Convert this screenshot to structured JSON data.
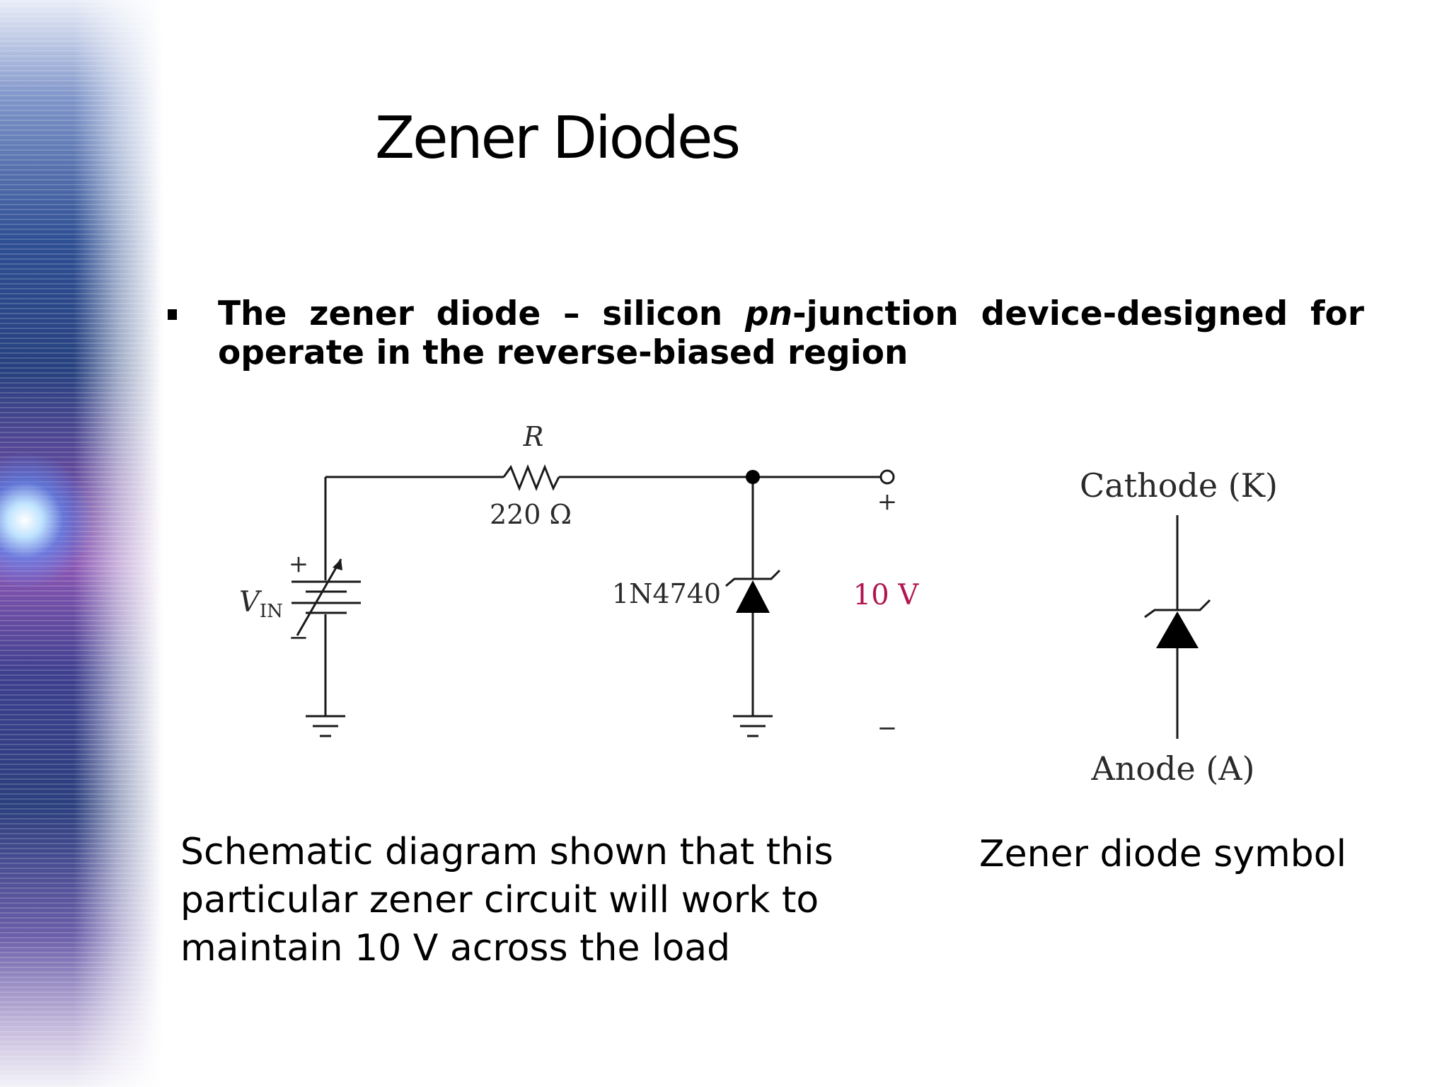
{
  "slide": {
    "title": "Zener Diodes",
    "bullet": {
      "part1": "The zener diode – silicon ",
      "italic": "pn",
      "part2": "-junction device-designed  for operate in the reverse-biased region"
    }
  },
  "schematic": {
    "resistor_name": "R",
    "resistor_value": "220 Ω",
    "source_label_main": "V",
    "source_label_sub": "IN",
    "source_plus": "+",
    "source_minus": "−",
    "diode_part": "1N4740",
    "output_voltage": "10 V",
    "output_plus": "+",
    "output_minus": "−",
    "caption": "Schematic diagram shown that this particular zener circuit will work to maintain 10 V across the load"
  },
  "symbol": {
    "cathode_label": "Cathode (K)",
    "anode_label": "Anode (A)",
    "caption": "Zener diode symbol"
  },
  "colors": {
    "voltage_highlight": "#b0154f",
    "wire": "#1a1a1a"
  }
}
